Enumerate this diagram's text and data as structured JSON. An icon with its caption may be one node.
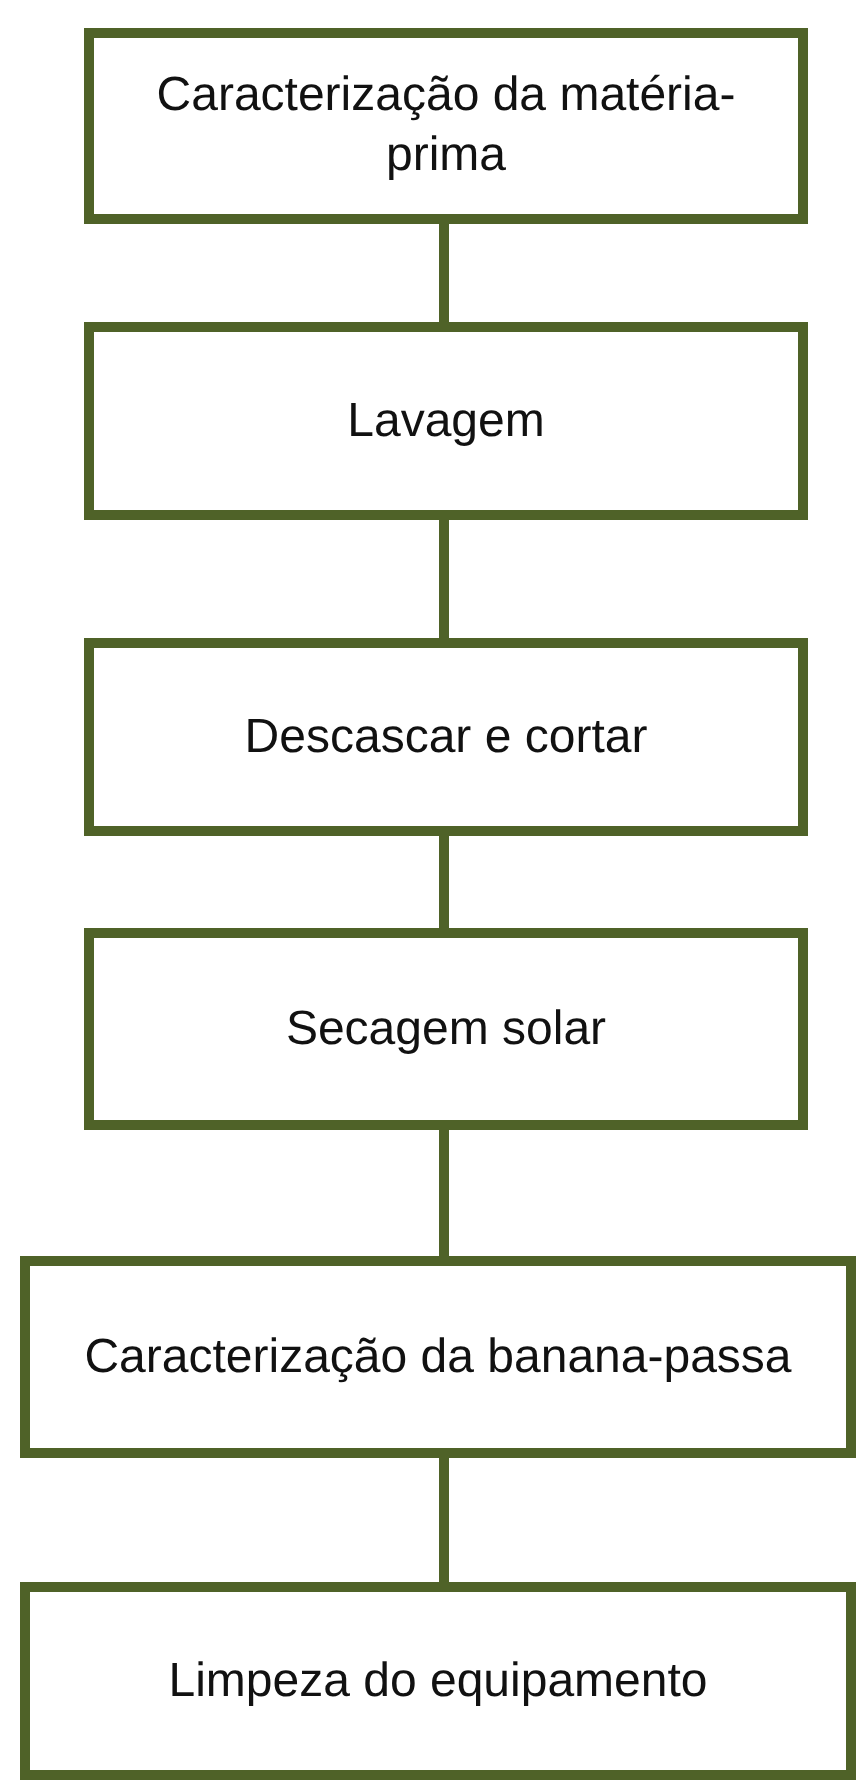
{
  "diagram": {
    "nodes": [
      {
        "text": [
          "Caracterização da matéria-prima"
        ]
      },
      {
        "text": [
          "Lavagem"
        ]
      },
      {
        "text": [
          "Descascar e cortar"
        ]
      },
      {
        "text": [
          "Secagem solar"
        ]
      },
      {
        "text": [
          "Caracterização da banana-passa"
        ]
      },
      {
        "text": [
          "Limpeza do equipamento"
        ]
      }
    ],
    "edges": [
      {
        "from": 0,
        "to": 1,
        "arrow": "none"
      },
      {
        "from": 1,
        "to": 2,
        "arrow": "none"
      },
      {
        "from": 2,
        "to": 3,
        "arrow": "none"
      },
      {
        "from": 3,
        "to": 4,
        "arrow": "none"
      },
      {
        "from": 4,
        "to": 5,
        "arrow": "none"
      }
    ]
  }
}
